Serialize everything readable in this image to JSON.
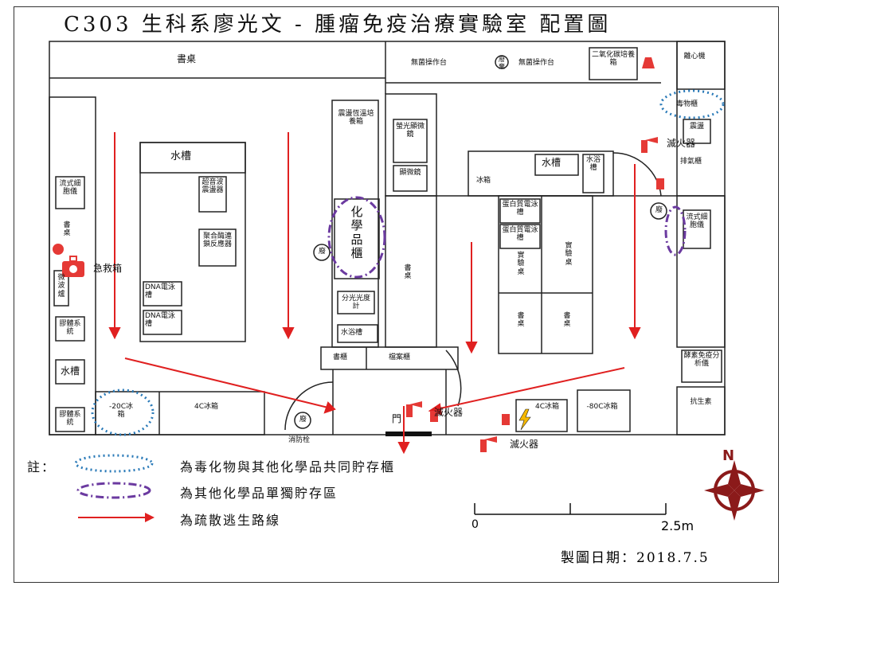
{
  "title": "C303 生科系廖光文 - 腫瘤免疫治療實驗室 配置圖",
  "labels": {
    "desk_top": "書桌",
    "hood1": "無菌操作台",
    "waste": "廢棄",
    "hood2": "無菌操作台",
    "co2": "二氧化碳培養箱",
    "centrifuge": "離心機",
    "toxic_cab": "毒物櫃",
    "shaker": "震盪恆溫培養箱",
    "fluor_scope": "螢光顯微鏡",
    "scope": "顯微鏡",
    "sink_left": "水槽",
    "sonicator": "超音波震盪器",
    "pcr": "聚合酶連鎖反應器",
    "dna1": "DNA電泳槽",
    "dna2": "DNA電泳槽",
    "flow_left": "流式細胞儀",
    "desk_left": "書桌",
    "microwave": "微波爐",
    "gel1": "膠體系統",
    "sink_low": "水槽",
    "gel2": "膠體系統",
    "fridge_m20": "-20C冰箱",
    "fridge_4_left": "4C冰箱",
    "chem_cab": "化學品櫃",
    "spectro": "分光光度計",
    "waterbath": "水浴槽",
    "desk_mid": "書桌",
    "book_cab": "書櫃",
    "file_cab": "檔案櫃",
    "hydrant": "消防栓",
    "icebox": "冰箱",
    "sink_right": "水槽",
    "waterbath2": "水浴槽",
    "protein1": "蛋白質電泳槽",
    "protein2": "蛋白質電泳槽",
    "bench1": "實驗桌",
    "bench2": "實驗桌",
    "desk_r1": "書桌",
    "desk_r2": "書桌",
    "fridge_4_right": "4C冰箱",
    "fridge_m80": "-80C冰箱",
    "shaker2": "震盪",
    "exhaust": "排氣櫃",
    "flow_right": "流式細胞儀",
    "elisa": "酵素免疫分析儀",
    "antibiotic": "抗生素",
    "door": "門",
    "first_aid": "急救箱",
    "extinguisher1": "滅火器",
    "extinguisher2": "滅火器",
    "extinguisher3": "滅火器",
    "waste_symbol": "廢"
  },
  "legend": {
    "note": "註：",
    "toxic": "為毒化物與其他化學品共同貯存櫃",
    "other": "為其他化學品單獨貯存區",
    "route": "為疏散逃生路線"
  },
  "scale": {
    "start": "0",
    "end": "2.5m"
  },
  "date": "製圖日期：2018.7.5",
  "compass": {
    "north": "N"
  },
  "colors": {
    "route": "#e02020",
    "toxic_ring": "#2a7ab8",
    "other_ring": "#6b3aa0",
    "compass": "#8b1a1a",
    "aid": "#e53935"
  }
}
